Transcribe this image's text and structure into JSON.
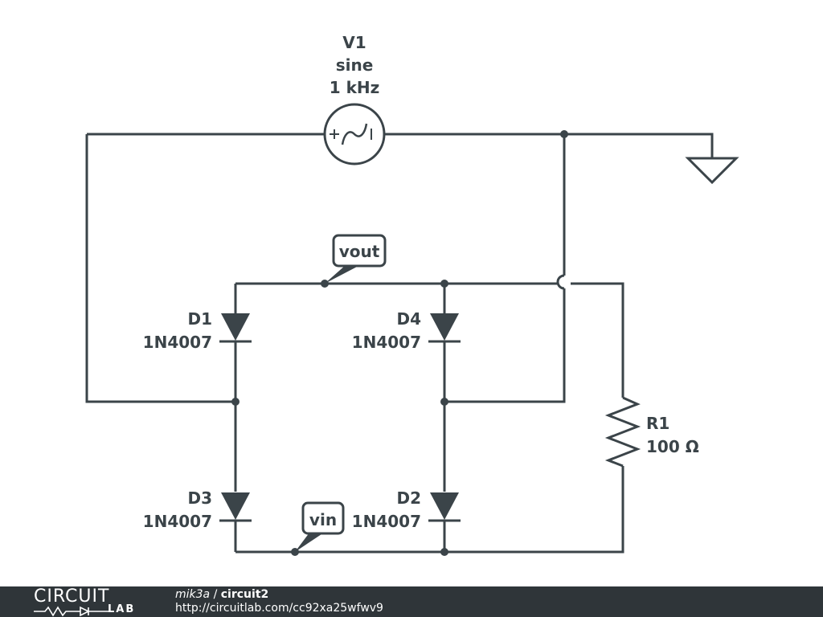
{
  "components": {
    "v1": {
      "name": "V1",
      "type": "sine",
      "freq": "1 kHz"
    },
    "d1": {
      "name": "D1",
      "part": "1N4007"
    },
    "d2": {
      "name": "D2",
      "part": "1N4007"
    },
    "d3": {
      "name": "D3",
      "part": "1N4007"
    },
    "d4": {
      "name": "D4",
      "part": "1N4007"
    },
    "r1": {
      "name": "R1",
      "value": "100 Ω"
    }
  },
  "nets": {
    "vout": "vout",
    "vin": "vin"
  },
  "footer": {
    "logo_top": "CIRCUIT",
    "logo_bottom": "LAB",
    "user": "mik3a",
    "separator": " / ",
    "circuit": "circuit2",
    "url": "http://circuitlab.com/cc92xa25wfwv9"
  },
  "colors": {
    "ink": "#3b4449",
    "footer_bg": "#2f3539"
  }
}
